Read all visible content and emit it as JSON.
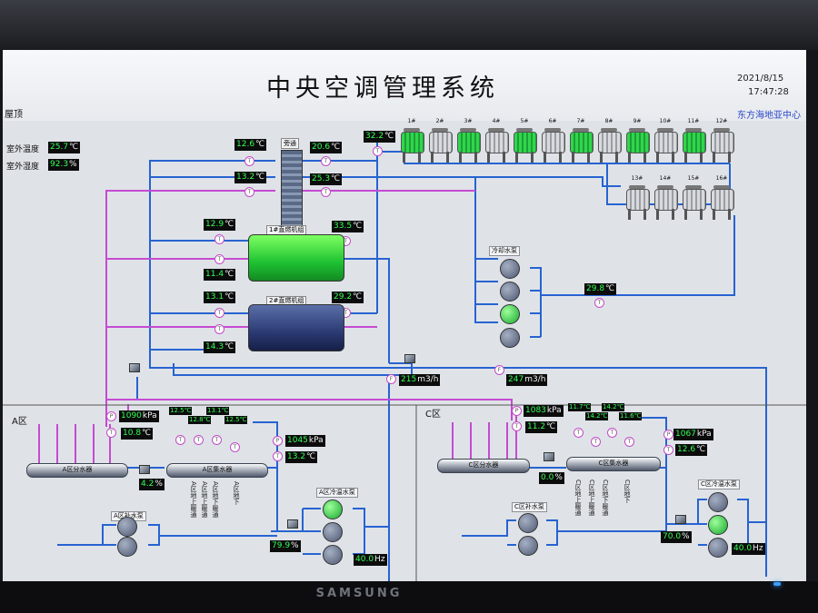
{
  "monitor": {
    "brand": "SAMSUNG"
  },
  "header": {
    "title": "中央空调管理系统",
    "date": "2021/8/15",
    "time": "17:47:28",
    "org": "东方海地亚中心"
  },
  "roof": {
    "section_label": "屋顶",
    "outdoor_temp_label": "室外温度",
    "outdoor_temp_value": "25.7",
    "outdoor_temp_unit": "℃",
    "outdoor_humidity_label": "室外湿度",
    "outdoor_humidity_value": "92.3",
    "outdoor_humidity_unit": "%",
    "bypass_label": "旁通",
    "readings": [
      {
        "id": "t1",
        "value": "12.6",
        "unit": "℃"
      },
      {
        "id": "t2",
        "value": "20.6",
        "unit": "℃"
      },
      {
        "id": "t3",
        "value": "13.2",
        "unit": "℃"
      },
      {
        "id": "t4",
        "value": "25.3",
        "unit": "℃"
      },
      {
        "id": "t5",
        "value": "32.2",
        "unit": "℃"
      },
      {
        "id": "t6",
        "value": "12.9",
        "unit": "℃"
      },
      {
        "id": "t7",
        "value": "33.5",
        "unit": "℃"
      },
      {
        "id": "t8",
        "value": "11.4",
        "unit": "℃"
      },
      {
        "id": "t9",
        "value": "13.1",
        "unit": "℃"
      },
      {
        "id": "t10",
        "value": "29.2",
        "unit": "℃"
      },
      {
        "id": "t11",
        "value": "14.3",
        "unit": "℃"
      },
      {
        "id": "t12",
        "value": "29.8",
        "unit": "℃"
      }
    ],
    "cooling_towers": [
      {
        "num": "1#",
        "on": true
      },
      {
        "num": "2#",
        "on": false
      },
      {
        "num": "3#",
        "on": true
      },
      {
        "num": "4#",
        "on": false
      },
      {
        "num": "5#",
        "on": true
      },
      {
        "num": "6#",
        "on": false
      },
      {
        "num": "7#",
        "on": true
      },
      {
        "num": "8#",
        "on": false
      },
      {
        "num": "9#",
        "on": true
      },
      {
        "num": "10#",
        "on": false
      },
      {
        "num": "11#",
        "on": true
      },
      {
        "num": "12#",
        "on": false
      },
      {
        "num": "13#",
        "on": false
      },
      {
        "num": "14#",
        "on": false
      },
      {
        "num": "15#",
        "on": false
      },
      {
        "num": "16#",
        "on": false
      }
    ],
    "chiller_1": {
      "label": "1#直燃机组"
    },
    "chiller_2": {
      "label": "2#直燃机组"
    },
    "cooling_pump_label": "冷却水泵",
    "flow_1": {
      "value": "215",
      "unit": "m3/h"
    },
    "flow_2": {
      "value": "247",
      "unit": "m3/h"
    }
  },
  "zone_a": {
    "label": "A区",
    "pressure_1": {
      "value": "1090",
      "unit": "kPa"
    },
    "temp_1": {
      "value": "10.8",
      "unit": "℃"
    },
    "branch_temps": [
      "12.5℃",
      "12.8℃",
      "13.1℃",
      "12.5℃"
    ],
    "pressure_2": {
      "value": "1045",
      "unit": "kPa"
    },
    "temp_2": {
      "value": "13.2",
      "unit": "℃"
    },
    "supply_header_label": "A区分水器",
    "return_header_label": "A区集水器",
    "valve_open": "4.2",
    "valve_unit": "%",
    "branch_names": [
      "A区地上暖通",
      "A区地上暖通",
      "A区地下暖通",
      "A区地下"
    ],
    "makeup_pump_label": "A区补水泵",
    "chw_pump_label": "A区冷温水泵",
    "valve2_open": "79.9",
    "valve2_unit": "%",
    "freq": "40.0",
    "freq_unit": "Hz"
  },
  "zone_c": {
    "label": "C区",
    "pressure_1": {
      "value": "1083",
      "unit": "kPa"
    },
    "temp_1": {
      "value": "11.2",
      "unit": "℃"
    },
    "branch_temps": [
      "11.7℃",
      "14.2℃",
      "14.2℃",
      "11.6℃"
    ],
    "pressure_2": {
      "value": "1067",
      "unit": "kPa"
    },
    "temp_2": {
      "value": "12.6",
      "unit": "℃"
    },
    "supply_header_label": "C区分水器",
    "return_header_label": "C区集水器",
    "valve_open": "0.0",
    "valve_unit": "%",
    "branch_names": [
      "C区地上暖通",
      "C区地上暖通",
      "C区地下暖通",
      "C区地下"
    ],
    "makeup_pump_label": "C区补水泵",
    "chw_pump_label": "C区冷温水泵",
    "valve2_open": "70.0",
    "valve2_unit": "%",
    "freq": "40.0",
    "freq_unit": "Hz"
  },
  "colors": {
    "pipe_blue": "#2763d1",
    "pipe_magenta": "#c54bd0",
    "value_green": "#33ff55",
    "running_green": "#2fd64c"
  }
}
